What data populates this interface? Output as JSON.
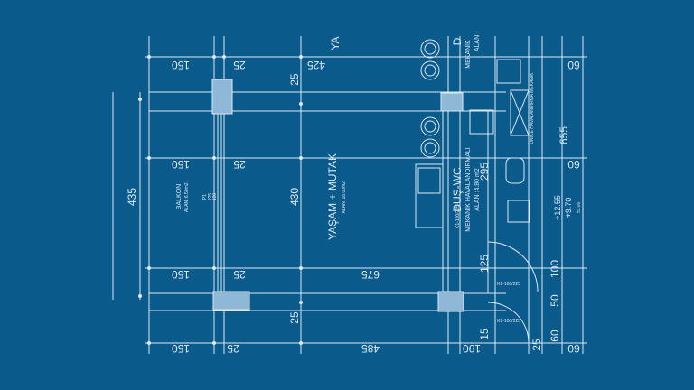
{
  "colors": {
    "background": "#0b5a8c",
    "line": "#dbe9f5",
    "hatch": "#8fb8d6"
  },
  "dims": {
    "top_150": "150",
    "top_25": "25",
    "top_425": "425",
    "top_60": "60",
    "mid_150": "150",
    "mid_25": "25",
    "mid_60": "60",
    "bot_150": "150",
    "bot_25": "25",
    "bot_675": "675",
    "bottom_150": "150",
    "bottom_25": "25",
    "bottom_485": "485",
    "bottom_190": "190",
    "bottom_60": "60",
    "left_435": "435",
    "wall_25": "25",
    "v_430": "430",
    "v_25": "25",
    "v_295": "295",
    "right_655": "655",
    "right_100": "100",
    "right_50": "50",
    "right_125": "125",
    "right_15": "15",
    "right_25b": "25",
    "right_60b": "60"
  },
  "rooms": {
    "balkon_name": "BALKON",
    "balkon_area": "ALAN :6.50m2.",
    "living_name": "YAŞAM + MUTAK",
    "living_area": "ALAN :18.00m2.",
    "wc_name": "DUŞ-WC",
    "wc_note": "MEKANİK HAVALANDIRMALI",
    "wc_area": "ALAN :4.80 m2",
    "top_cut_name": "YA",
    "top_cut_d": "D",
    "top_cut_mek": "MEKANİK",
    "top_cut_alan": "ALAN"
  },
  "levels": {
    "l1": "+12.55",
    "l2": "+9.70",
    "l3": "±0.00"
  },
  "labels": {
    "door_k1a": "K1-100/225",
    "door_k1b": "K1-100/225",
    "door_k1c": "K1-100/225",
    "window_p1": "P1",
    "window_num": "225",
    "window_sill": "100",
    "shaft_note": "UNICE HAVALANDIRMA MEKANIK"
  }
}
